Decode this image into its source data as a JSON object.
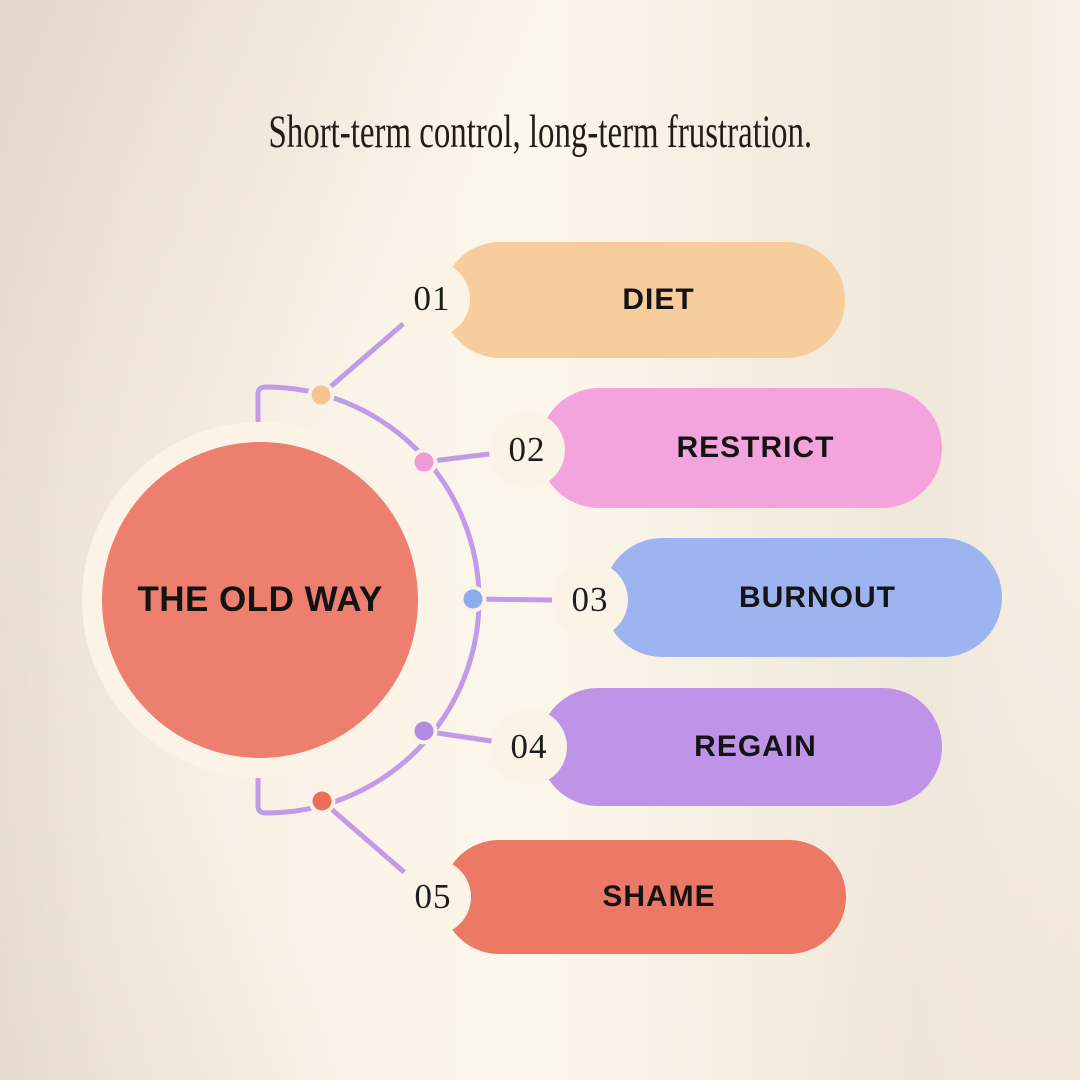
{
  "title": "Short-term control, long-term frustration.",
  "center": {
    "label": "THE OLD WAY",
    "fill": "#EC7F6D",
    "ring_color": "#FBF3E6"
  },
  "arc": {
    "color": "#C09BE8"
  },
  "dot_halo_color": "#FAF2E6",
  "number_circle_color": "#FBF3E6",
  "steps": [
    {
      "num": "01",
      "label": "DIET",
      "pill_color": "#F8CD9D",
      "dot_color": "#F6C491"
    },
    {
      "num": "02",
      "label": "RESTRICT",
      "pill_color": "#F4A4DC",
      "dot_color": "#F09AD8"
    },
    {
      "num": "03",
      "label": "BURNOUT",
      "pill_color": "#9DB4F0",
      "dot_color": "#8EACEC"
    },
    {
      "num": "04",
      "label": "REGAIN",
      "pill_color": "#BF94E8",
      "dot_color": "#B38BE2"
    },
    {
      "num": "05",
      "label": "SHAME",
      "pill_color": "#EB7965",
      "dot_color": "#EA6F58"
    }
  ]
}
